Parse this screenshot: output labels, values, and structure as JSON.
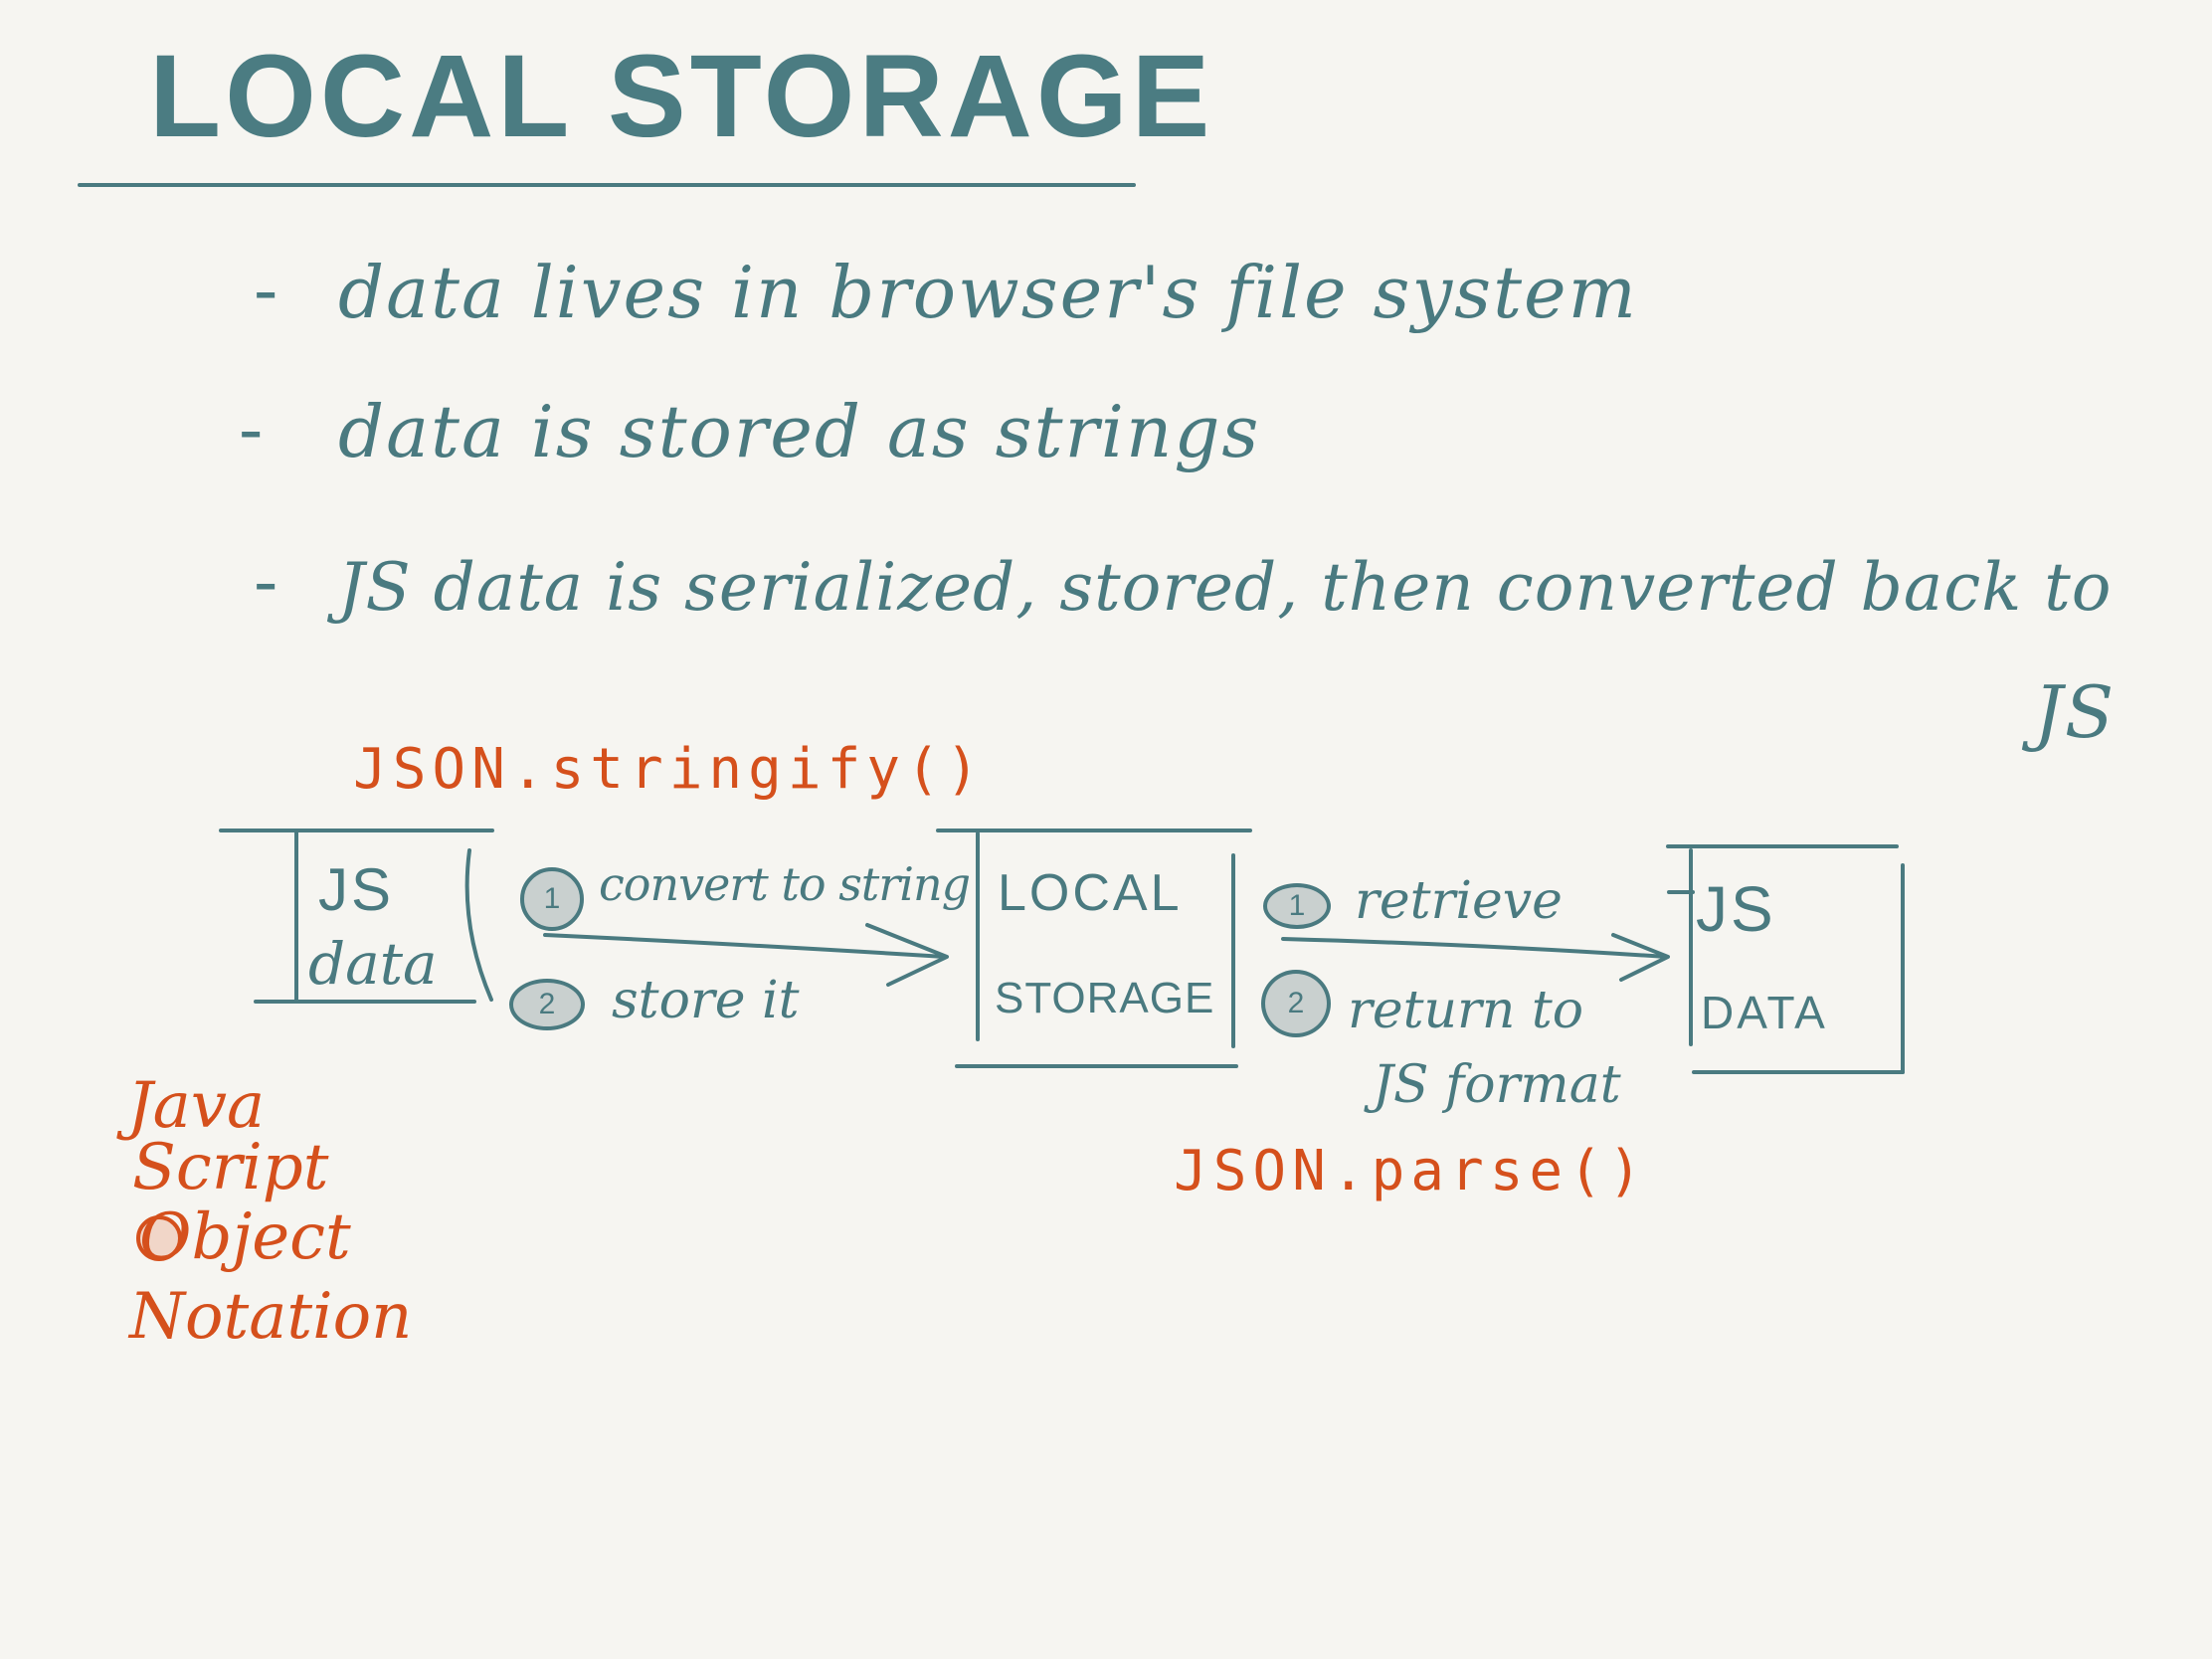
{
  "title": "LOCAL STORAGE",
  "bullets": [
    {
      "dash": "-",
      "text": "data lives in browser's file system"
    },
    {
      "dash": "-",
      "text": "data is stored as strings"
    },
    {
      "dash": "-",
      "text": "JS data is serialized, stored, then converted back to"
    }
  ],
  "bullet3_continued": "JS",
  "stringify_label": "JSON.stringify()",
  "parse_label": "JSON.parse()",
  "boxes": {
    "js_data": {
      "line1": "JS",
      "line2": "data"
    },
    "local_storage": {
      "line1": "LOCAL",
      "line2": "STORAGE"
    },
    "js_data_out": {
      "line1": "JS",
      "line2": "DATA"
    }
  },
  "steps_to_storage": [
    {
      "num": "1",
      "text": "convert to string"
    },
    {
      "num": "2",
      "text": "store it"
    }
  ],
  "steps_from_storage": [
    {
      "num": "1",
      "text": "retrieve"
    },
    {
      "num": "2",
      "text": "return to",
      "text2": "JS format"
    }
  ],
  "acronym": [
    "Java",
    "Script",
    "Object",
    "Notation"
  ],
  "colors": {
    "teal": "#4a7a80",
    "orange": "#d5501c",
    "background": "#f6f5f1"
  }
}
